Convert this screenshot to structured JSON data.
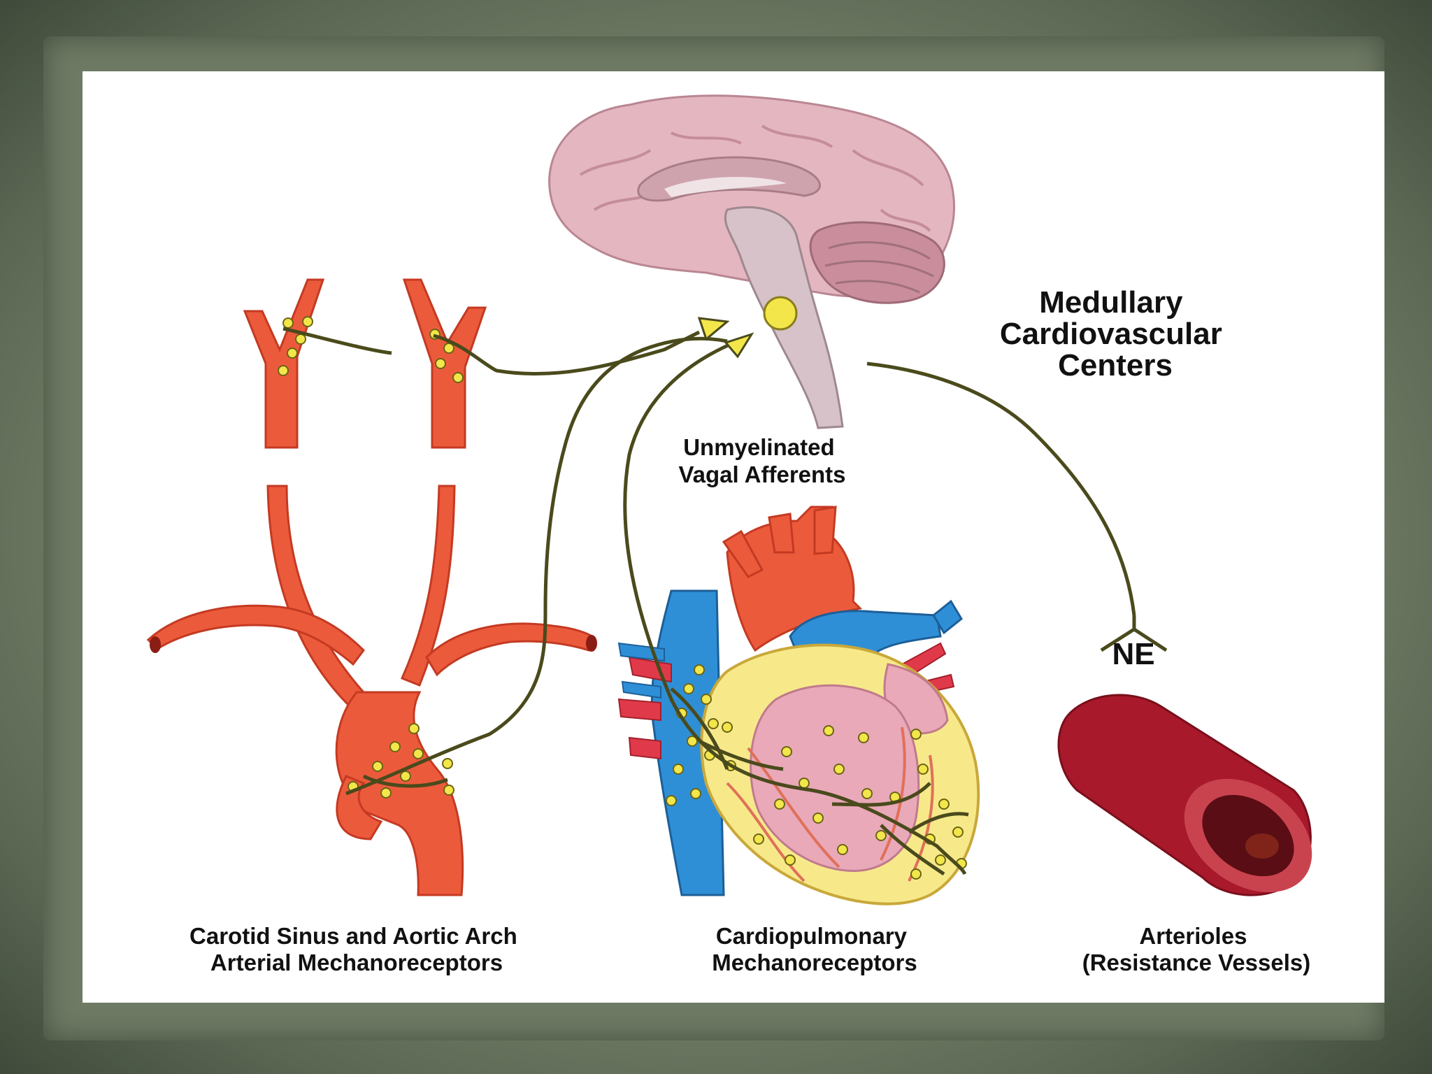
{
  "labels": {
    "medullary": [
      "Medullary",
      "Cardiovascular",
      "Centers"
    ],
    "vagal": [
      "Unmyelinated",
      "Vagal Afferents"
    ],
    "ne": "NE",
    "carotid": [
      "Carotid Sinus and Aortic Arch",
      "Arterial Mechanoreceptors"
    ],
    "cardiopulmonary": [
      "Cardiopulmonary",
      "Mechanoreceptors"
    ],
    "arterioles": [
      "Arterioles",
      "(Resistance Vessels)"
    ]
  },
  "colors": {
    "artery": "#ec5a3c",
    "artery_dark": "#c43a22",
    "vein": "#2f8fd6",
    "nerve": "#4a4a1c",
    "receptor": "#f3e64a",
    "brain": "#e6b9c2",
    "brain_dark": "#c98d9a",
    "heart_fill": "#f7e98a",
    "heart_inner": "#e9a9b9",
    "arteriole": "#a8192b",
    "arteriole_inner": "#5a0d14"
  }
}
